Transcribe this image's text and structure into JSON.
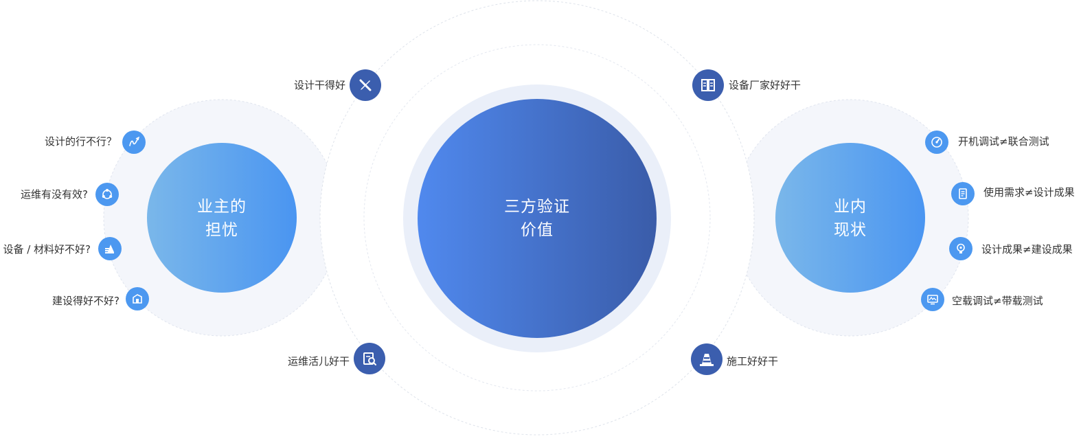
{
  "center": {
    "line1": "三方验证",
    "line2": "价值"
  },
  "left_circle": {
    "line1": "业主的",
    "line2": "担忧"
  },
  "right_circle": {
    "line1": "业内",
    "line2": "现状"
  },
  "outer_items": [
    {
      "label": "设计干得好",
      "icon": "pen-ruler-icon"
    },
    {
      "label": "设备厂家好好干",
      "icon": "cabinet-icon"
    },
    {
      "label": "运维活儿好干",
      "icon": "search-document-icon"
    },
    {
      "label": "施工好好干",
      "icon": "traffic-cone-icon"
    }
  ],
  "left_items": [
    {
      "label": "设计的行不行？",
      "icon": "pen-icon"
    },
    {
      "label": "运维有没有效?",
      "icon": "recycle-icon"
    },
    {
      "label": "设备 / 材料好不好?",
      "icon": "materials-icon"
    },
    {
      "label": "建设得好不好?",
      "icon": "building-icon"
    }
  ],
  "right_items": [
    {
      "label": "开机调试≠联合测试",
      "icon": "gauge-icon"
    },
    {
      "label": "使用需求≠设计成果",
      "icon": "document-icon"
    },
    {
      "label": "设计成果≠建设成果",
      "icon": "bulb-icon"
    },
    {
      "label": "空载调试≠带载测试",
      "icon": "monitor-icon"
    }
  ],
  "colors": {
    "dark_icon": "#3b5eae",
    "light_icon": "#4c98f0",
    "center_start": "#5089ee",
    "center_end": "#3a5ca9",
    "side_start": "#78b6ea",
    "side_end": "#4a96f1"
  }
}
